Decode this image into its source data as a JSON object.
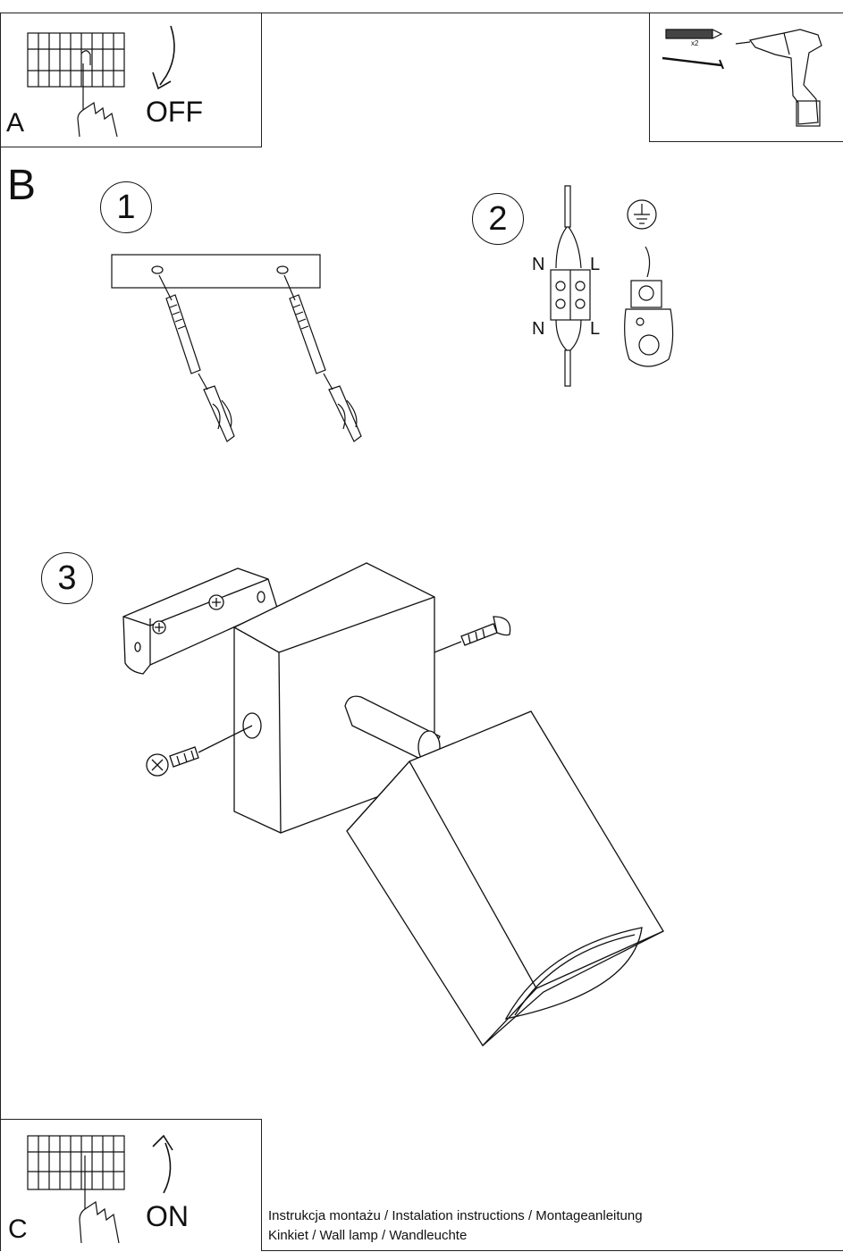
{
  "panel_a": {
    "letter": "A",
    "action": "OFF"
  },
  "tools": {
    "count_label": "x2"
  },
  "section_b": {
    "letter": "B"
  },
  "steps": [
    {
      "number": "1"
    },
    {
      "number": "2"
    },
    {
      "number": "3"
    }
  ],
  "wiring": {
    "neutral_top": "N",
    "live_top": "L",
    "neutral_bottom": "N",
    "live_bottom": "L"
  },
  "panel_c": {
    "letter": "C",
    "action": "ON"
  },
  "footer": {
    "line1": "Instrukcja montażu / Instalation instructions / Montageanleitung",
    "line2": "Kinkiet  / Wall lamp / Wandleuchte"
  }
}
